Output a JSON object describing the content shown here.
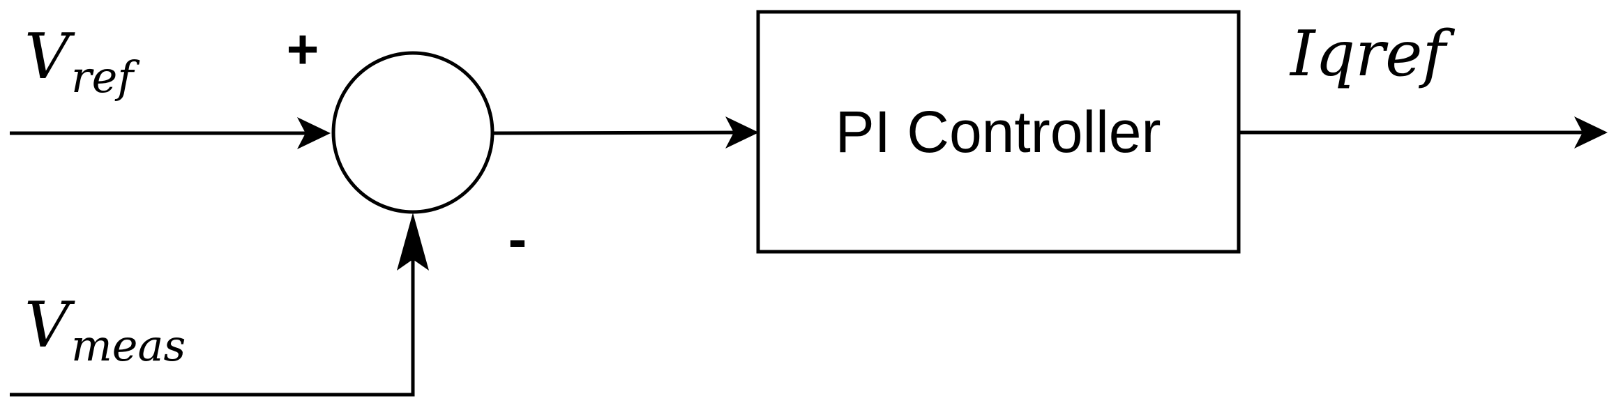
{
  "signals": {
    "vref": {
      "main": "V",
      "sub": "ref"
    },
    "vmeas": {
      "main": "V",
      "sub": "meas"
    },
    "output": "Iqref"
  },
  "summing_junction": {
    "plus_sign": "+",
    "minus_sign": "-"
  },
  "block": {
    "label": "PI Controller"
  },
  "colors": {
    "stroke": "#000000",
    "background": "#ffffff"
  }
}
